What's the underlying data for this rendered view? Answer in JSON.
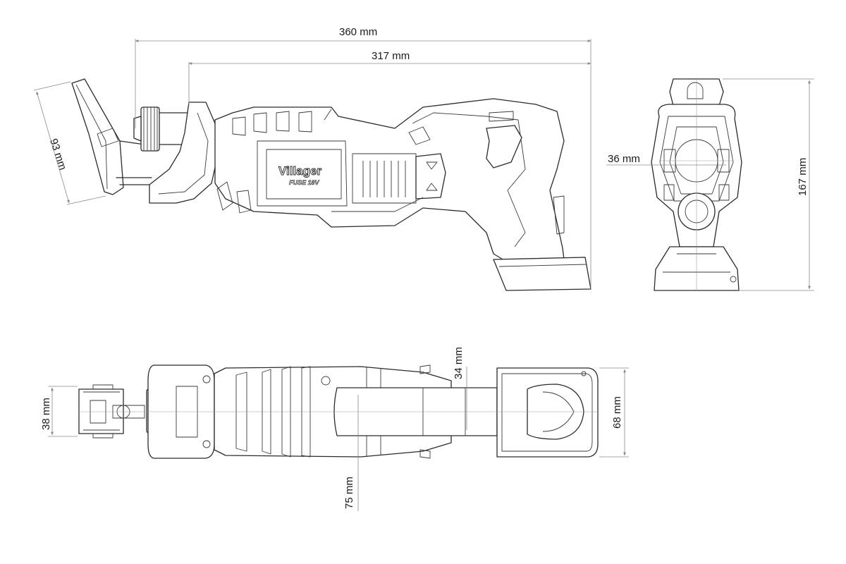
{
  "product": {
    "brand": "Villager",
    "series": "FUSE 18V"
  },
  "dimensions": {
    "overall_length": "360 mm",
    "body_length": "317 mm",
    "blade_holder_height": "93 mm",
    "height": "167 mm",
    "front_width": "36 mm",
    "shaft_width": "34 mm",
    "clamp_width": "38 mm",
    "battery_width": "68 mm",
    "body_width": "75 mm"
  }
}
